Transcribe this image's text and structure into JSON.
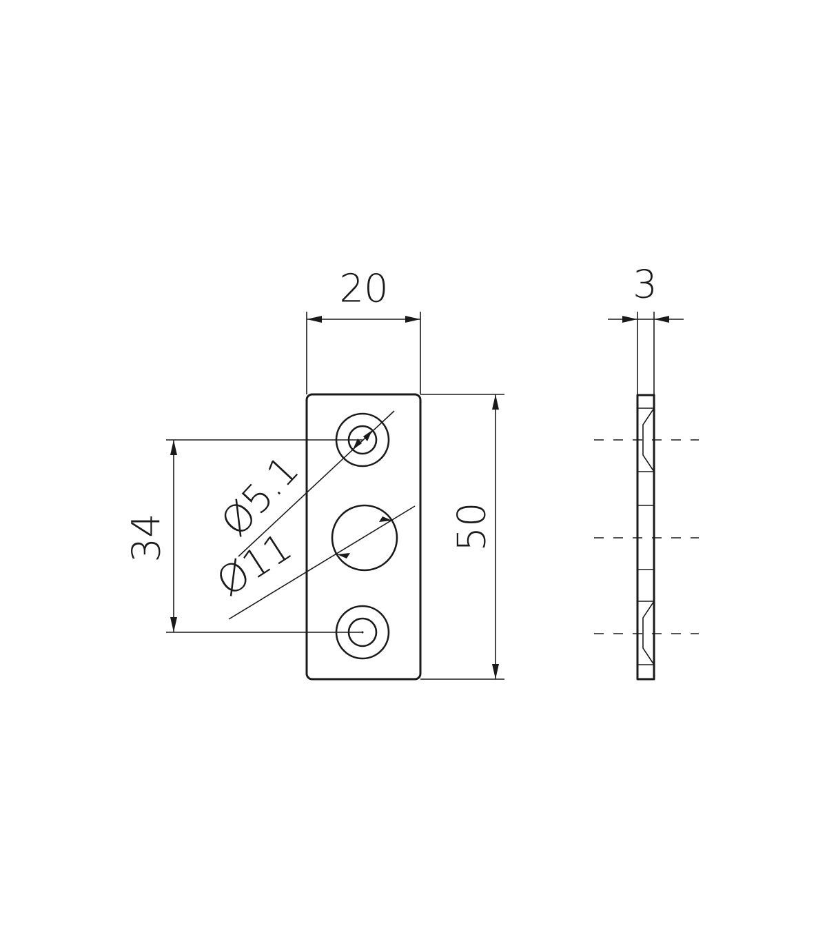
{
  "dimensions": {
    "width": "20",
    "height": "50",
    "hole_spacing": "34",
    "small_hole_diameter": "Ø5.1",
    "large_hole_diameter": "Ø11",
    "thickness": "3"
  },
  "colors": {
    "line": "#1a1a1a",
    "background": "#ffffff"
  }
}
